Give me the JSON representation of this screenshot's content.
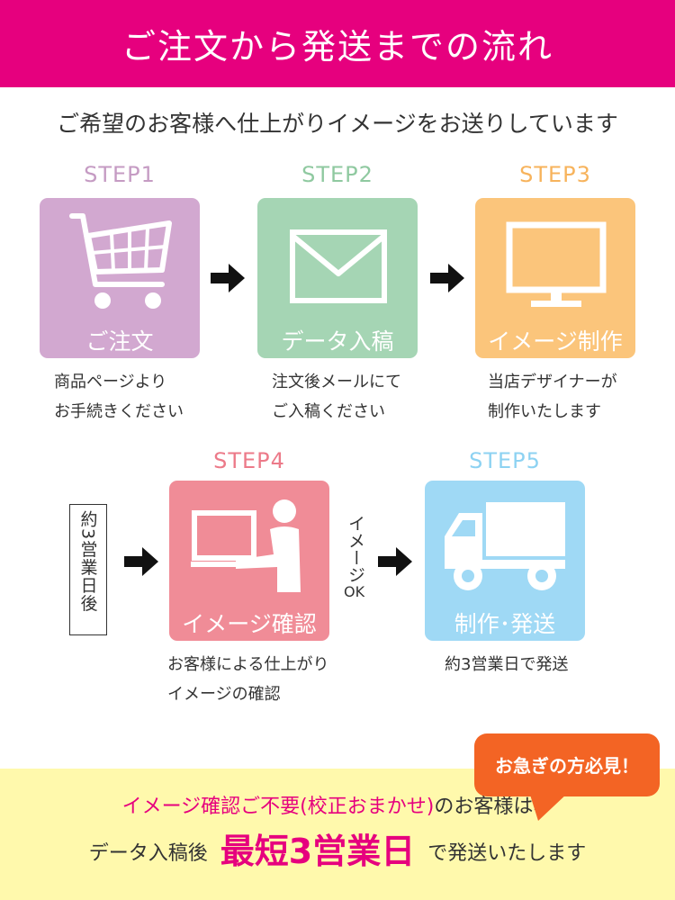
{
  "header": {
    "title": "ご注文から発送までの流れ"
  },
  "subtitle": "ご希望のお客様へ仕上がりイメージをお送りしています",
  "steps": [
    {
      "label": "STEP1",
      "title": "ご注文",
      "desc1": "商品ページより",
      "desc2": "お手続きください",
      "color": "#d2a8d0",
      "label_color": "#c59bc3",
      "icon": "shopping-cart-icon"
    },
    {
      "label": "STEP2",
      "title": "データ入稿",
      "desc1": "注文後メールにて",
      "desc2": "ご入稿ください",
      "color": "#a5d5b4",
      "label_color": "#8fc9a0",
      "icon": "envelope-icon"
    },
    {
      "label": "STEP3",
      "title": "イメージ制作",
      "desc1": "当店デザイナーが",
      "desc2": "制作いたします",
      "color": "#fbc57b",
      "label_color": "#f7b35c",
      "icon": "monitor-icon"
    },
    {
      "label": "STEP4",
      "title": "イメージ確認",
      "desc1": "お客様による仕上がり",
      "desc2": "イメージの確認",
      "color": "#f08c97",
      "label_color": "#ec7a89",
      "icon": "person-computer-icon"
    },
    {
      "label": "STEP5",
      "title": "制作･発送",
      "desc1": "約3営業日で発送",
      "color": "#9fd9f5",
      "label_color": "#8dd2f2",
      "icon": "truck-icon"
    }
  ],
  "side_note": "約3営業日後",
  "approval_note": {
    "text": "イメージ",
    "ok": "OK"
  },
  "banner": {
    "line1_highlight": "イメージ確認ご不要(校正おまかせ)",
    "line1_rest": "のお客様は、",
    "line2_pre": "データ入稿後",
    "line2_big": "最短3営業日",
    "line2_post": "で発送いたします",
    "badge": "お急ぎの方必見！",
    "badge_color": "#f36424",
    "highlight_color": "#e6007e",
    "background": "#fff9ac"
  }
}
